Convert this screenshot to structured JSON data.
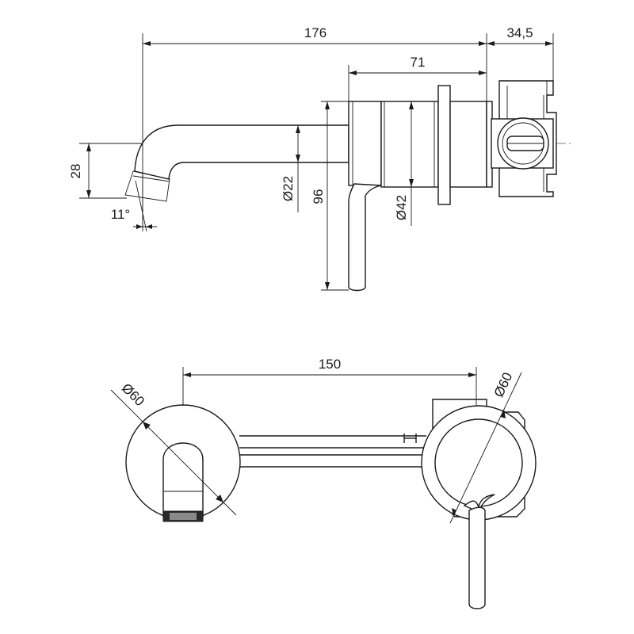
{
  "side_view": {
    "dim_total_length": "176",
    "dim_backbox_depth": "34,5",
    "dim_body_length": "71",
    "dim_spout_drop": "28",
    "dim_spout_diameter": "Ø22",
    "dim_handle_height": "96",
    "dim_body_diameter": "Ø42",
    "dim_spout_angle": "11°"
  },
  "top_view": {
    "dim_center_distance": "150",
    "dim_spout_plate": "Ø60",
    "dim_handle_plate": "Ø60"
  }
}
